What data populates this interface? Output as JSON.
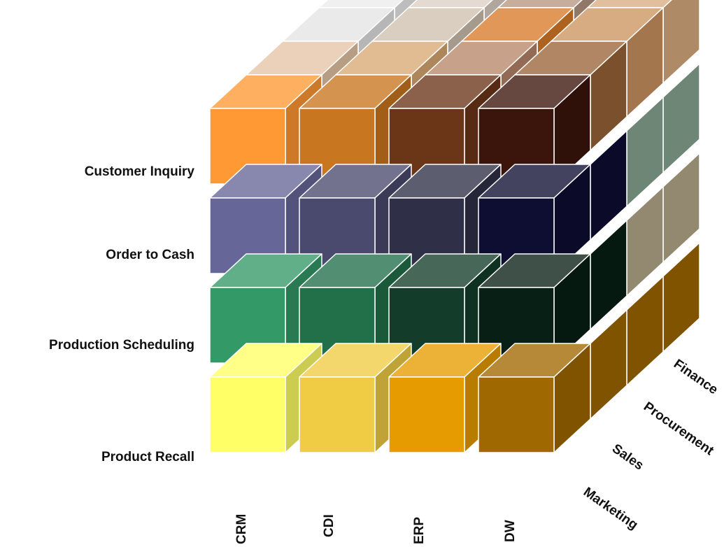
{
  "rows": [
    {
      "label": "Customer Inquiry",
      "color": "#ff9933"
    },
    {
      "label": "Order to Cash",
      "color": "#666699"
    },
    {
      "label": "Production Scheduling",
      "color": "#339966"
    },
    {
      "label": "Product Recall",
      "color": "#ffff66"
    }
  ],
  "columns": [
    {
      "label": "CRM"
    },
    {
      "label": "CDI"
    },
    {
      "label": "ERP"
    },
    {
      "label": "DW"
    }
  ],
  "depth": [
    {
      "label": "Marketing"
    },
    {
      "label": "Sales"
    },
    {
      "label": "Procurement"
    },
    {
      "label": "Finance"
    }
  ],
  "front_colors": [
    [
      "#ff9933",
      "#c8761f",
      "#6b3518",
      "#3b150c"
    ],
    [
      "#666699",
      "#4a4a6e",
      "#2f2f48",
      "#0e0e33"
    ],
    [
      "#339966",
      "#21704a",
      "#133d2a",
      "#071f14"
    ],
    [
      "#ffff66",
      "#f0cc44",
      "#e69c00",
      "#a06800"
    ]
  ],
  "back_top_colors": [
    [
      "#e5c4a5",
      "#d8a872",
      "#b8866a",
      "#9a6438"
    ],
    [
      "#e4e4e4",
      "#cfc0b0",
      "#d87a28",
      "#cd9460"
    ],
    [
      "#ececec",
      "#ddd0c4",
      "#b79680",
      "#d9ac80"
    ]
  ],
  "side_colors": [
    "#7e8aa8",
    "#8aa893",
    "#b8ab8c"
  ]
}
